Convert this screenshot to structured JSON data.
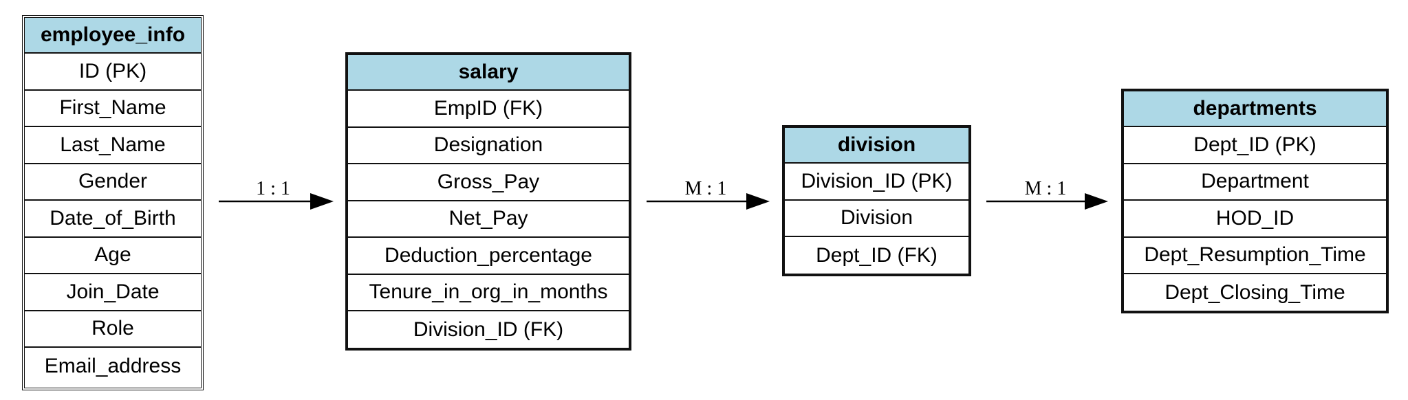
{
  "entities": [
    {
      "title": "employee_info",
      "rows": [
        "ID (PK)",
        "First_Name",
        "Last_Name",
        "Gender",
        "Date_of_Birth",
        "Age",
        "Join_Date",
        "Role",
        "Email_address"
      ]
    },
    {
      "title": "salary",
      "rows": [
        "EmpID (FK)",
        "Designation",
        "Gross_Pay",
        "Net_Pay",
        "Deduction_percentage",
        "Tenure_in_org_in_months",
        "Division_ID (FK)"
      ]
    },
    {
      "title": "division",
      "rows": [
        "Division_ID (PK)",
        "Division",
        "Dept_ID (FK)"
      ]
    },
    {
      "title": "departments",
      "rows": [
        "Dept_ID (PK)",
        "Department",
        "HOD_ID",
        "Dept_Resumption_Time",
        "Dept_Closing_Time"
      ]
    }
  ],
  "relations": [
    {
      "label": "1 : 1"
    },
    {
      "label": "M : 1"
    },
    {
      "label": "M : 1"
    }
  ],
  "colors": {
    "header_fill": "#add8e6",
    "border": "#111111"
  }
}
